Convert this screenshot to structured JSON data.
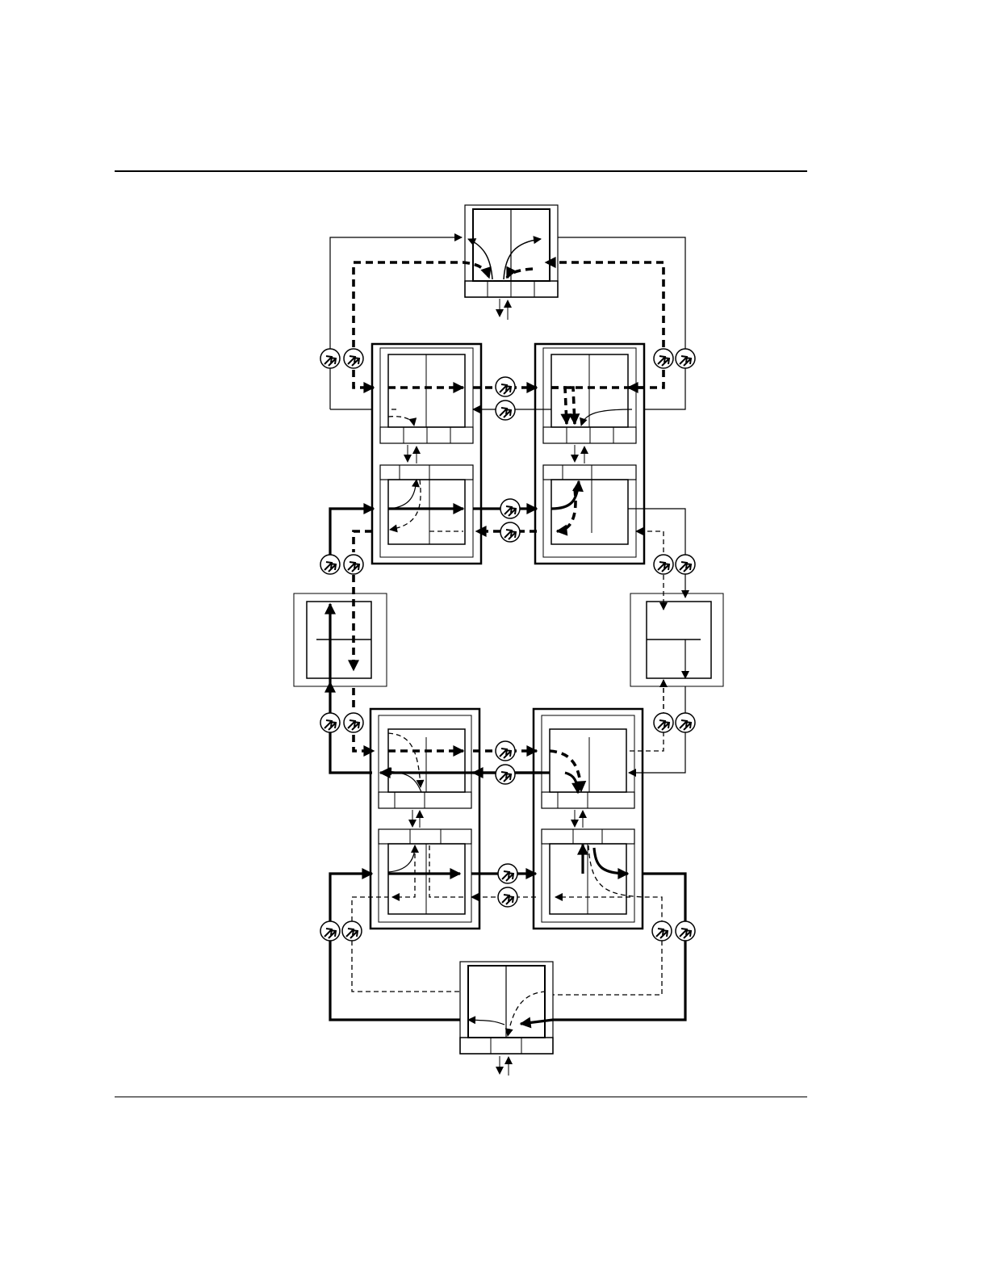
{
  "colors": {
    "ink": "#000000",
    "paper": "#ffffff"
  },
  "icons": {
    "amplifier": "amplifier-icon"
  },
  "diagram": {
    "description_free": true,
    "nodes": [
      {
        "id": "top-terminal"
      },
      {
        "id": "upper-left-node"
      },
      {
        "id": "upper-right-node"
      },
      {
        "id": "left-repeater"
      },
      {
        "id": "right-repeater"
      },
      {
        "id": "lower-left-node"
      },
      {
        "id": "lower-right-node"
      },
      {
        "id": "bottom-terminal"
      }
    ]
  }
}
